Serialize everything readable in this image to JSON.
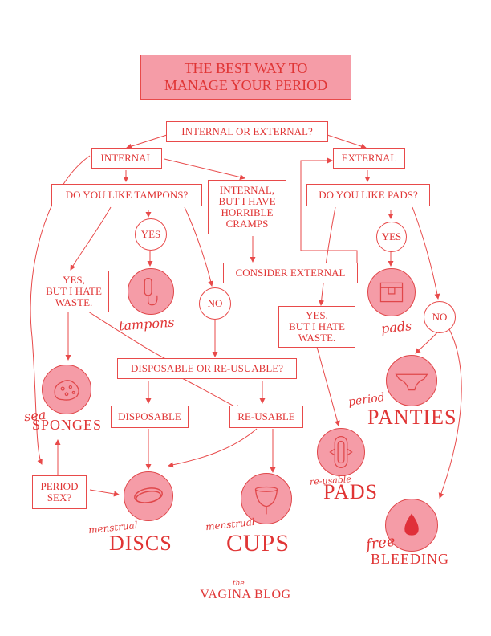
{
  "title": "THE BEST WAY TO\nMANAGE YOUR PERIOD",
  "boxes": {
    "internal_external": "INTERNAL OR EXTERNAL?",
    "internal": "INTERNAL",
    "external": "EXTERNAL",
    "like_tampons": "DO YOU LIKE TAMPONS?",
    "internal_cramps": "INTERNAL,\nBUT I HAVE\nHORRIBLE\nCRAMPS",
    "like_pads": "DO YOU LIKE PADS?",
    "consider_external": "CONSIDER EXTERNAL",
    "yes_waste_left": "YES,\nBUT I HATE\nWASTE.",
    "yes_waste_right": "YES,\nBUT I HATE\nWASTE.",
    "disposable_reusable": "DISPOSABLE OR RE-USUABLE?",
    "disposable": "DISPOSABLE",
    "reusable": "RE-USABLE",
    "period_sex": "PERIOD\nSEX?"
  },
  "circles": {
    "yes_tampons": "YES",
    "no_tampons": "NO",
    "yes_pads": "YES",
    "no_pads": "NO"
  },
  "labels": {
    "tampons": "tampons",
    "sea": "sea",
    "sponges": "SPONGES",
    "menstrual_discs": "menstrual",
    "discs": "DISCS",
    "menstrual_cups": "menstrual",
    "cups": "CUPS",
    "reusable_script": "re-usable",
    "pads_big": "PADS",
    "pads_script": "pads",
    "period_script": "period",
    "panties": "PANTIES",
    "free_script": "free",
    "bleeding": "BLEEDING"
  },
  "icons": [
    "tampon-icon",
    "pad-box-icon",
    "sponge-icon",
    "panties-icon",
    "reusable-pad-icon",
    "disc-icon",
    "cup-icon",
    "blood-drop-icon"
  ],
  "footer": {
    "small": "the",
    "brand": "VAGINA BLOG"
  },
  "colors": {
    "accent": "#e03535",
    "fill": "#f59ca7"
  }
}
